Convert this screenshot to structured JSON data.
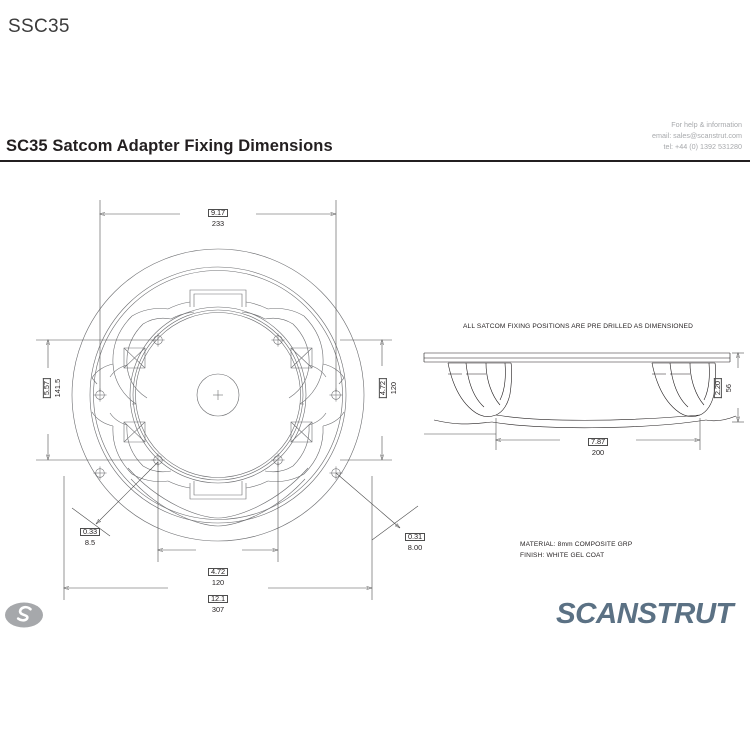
{
  "header": {
    "doc_code": "SSC35",
    "title": "SC35 Satcom Adapter Fixing Dimensions",
    "contact": {
      "line1": "For help & information",
      "line2": "email: sales@scanstrut.com",
      "line3": "tel: +44 (0) 1392 531280"
    }
  },
  "drawing": {
    "top_view": {
      "name": "satcom-adapter-top-view",
      "dimensions": {
        "outer_width": {
          "inch": "9.17",
          "mm": "233"
        },
        "overall_height": {
          "inch": "5.57",
          "mm": "141.5"
        },
        "bolt_circle_vertical": {
          "inch": "4.72",
          "mm": "120"
        },
        "bolt_circle_horizontal": {
          "inch": "4.72",
          "mm": "120"
        },
        "overall_width": {
          "inch": "12.1",
          "mm": "307"
        },
        "hole_small": {
          "inch": "0.33",
          "mm": "8.5"
        },
        "hole_large": {
          "inch": "0.31",
          "mm": "8.00"
        }
      }
    },
    "side_view": {
      "name": "satcom-adapter-side-view",
      "dimensions": {
        "height": {
          "inch": "2.20",
          "mm": "56"
        },
        "base_width": {
          "inch": "7.87",
          "mm": "200"
        }
      }
    }
  },
  "notes": {
    "fixing_note": "ALL SATCOM FIXING POSITIONS ARE PRE DRILLED AS DIMENSIONED",
    "material": "MATERIAL: 8mm COMPOSITE GRP",
    "finish": "FINISH: WHITE GEL COAT"
  },
  "footer": {
    "brand": "SCANSTRUT",
    "brand_color": "#5b7184"
  }
}
